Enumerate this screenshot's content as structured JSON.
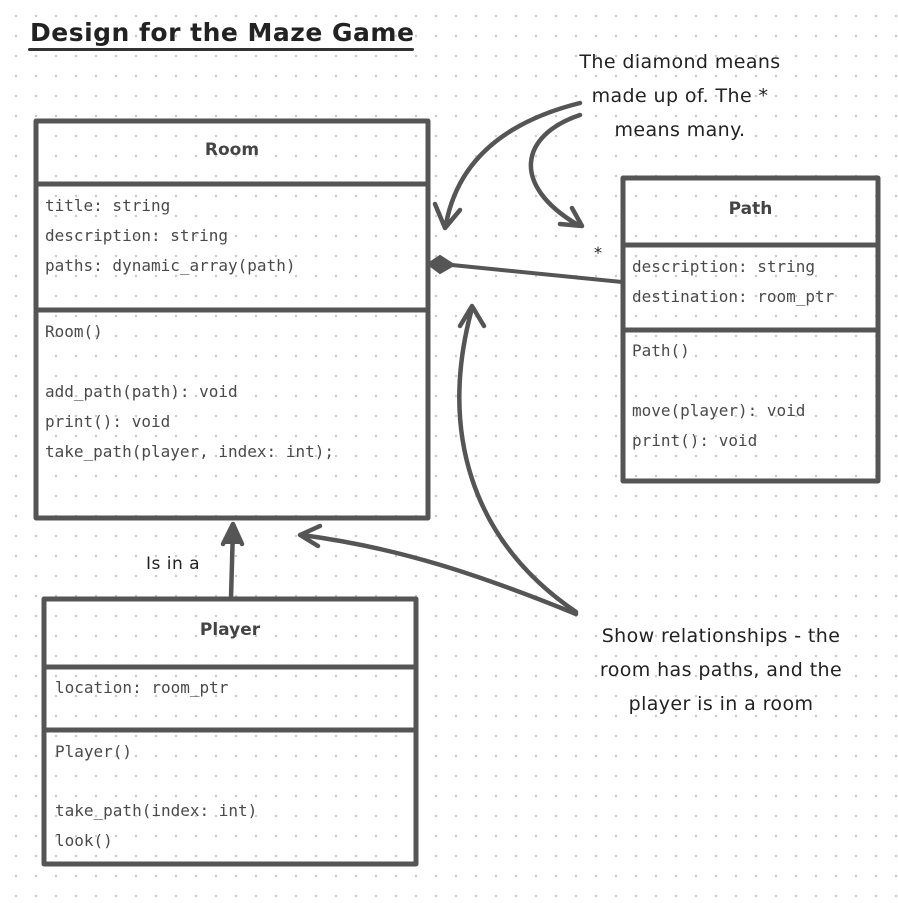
{
  "title": "Design for the Maze Game",
  "classes": {
    "room": {
      "name": "Room",
      "attributes": [
        "title: string",
        "description: string",
        "paths: dynamic_array(path)"
      ],
      "methods": [
        "Room()",
        "",
        "add_path(path): void",
        "print(): void",
        "take_path(player, index: int);"
      ]
    },
    "path": {
      "name": "Path",
      "attributes": [
        "description: string",
        "destination: room_ptr"
      ],
      "methods": [
        "Path()",
        "",
        "move(player): void",
        "print(): void"
      ]
    },
    "player": {
      "name": "Player",
      "attributes": [
        "location: room_ptr"
      ],
      "methods": [
        "Player()",
        "",
        "take_path(index: int)",
        "look()"
      ]
    }
  },
  "notes": {
    "diamond": [
      "The diamond means",
      "made up of. The *",
      "means many."
    ],
    "relationships": [
      "Show relationships - the",
      "room has paths, and the",
      "player is in a room"
    ]
  },
  "labels": {
    "is_in_a": "Is in a",
    "multiplicity": "*"
  },
  "colors": {
    "line": "#555555",
    "text": "#333333"
  }
}
